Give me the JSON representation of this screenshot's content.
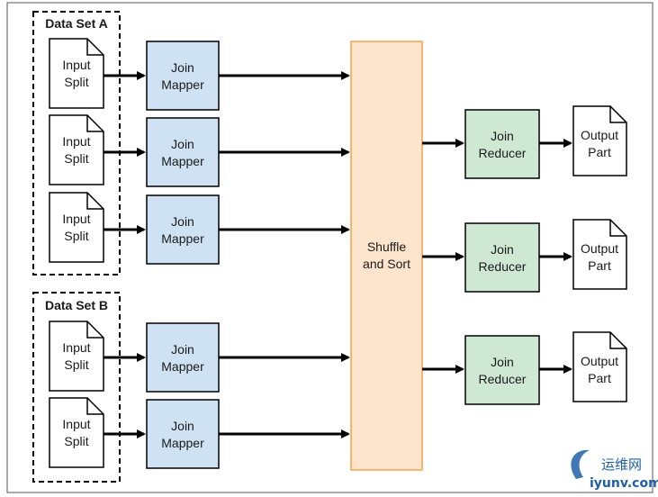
{
  "diagram": {
    "groups": [
      {
        "id": "a",
        "label": "Data Set A"
      },
      {
        "id": "b",
        "label": "Data Set B"
      }
    ],
    "input_split": {
      "line1": "Input",
      "line2": "Split"
    },
    "join_mapper": {
      "line1": "Join",
      "line2": "Mapper"
    },
    "shuffle": {
      "line1": "Shuffle",
      "line2": "and Sort"
    },
    "join_reducer": {
      "line1": "Join",
      "line2": "Reducer"
    },
    "output_part": {
      "line1": "Output",
      "line2": "Part"
    },
    "colors": {
      "mapper_fill": "#cfe2f3",
      "shuffle_fill": "#fde4cc",
      "shuffle_stroke": "#f5a14a",
      "reducer_fill": "#cfe8d4",
      "document_fill": "#ffffff",
      "arrow": "#000000"
    }
  },
  "watermark": {
    "text": "运维网",
    "url": "iyunv.com",
    "color": "#1f5fa8"
  }
}
